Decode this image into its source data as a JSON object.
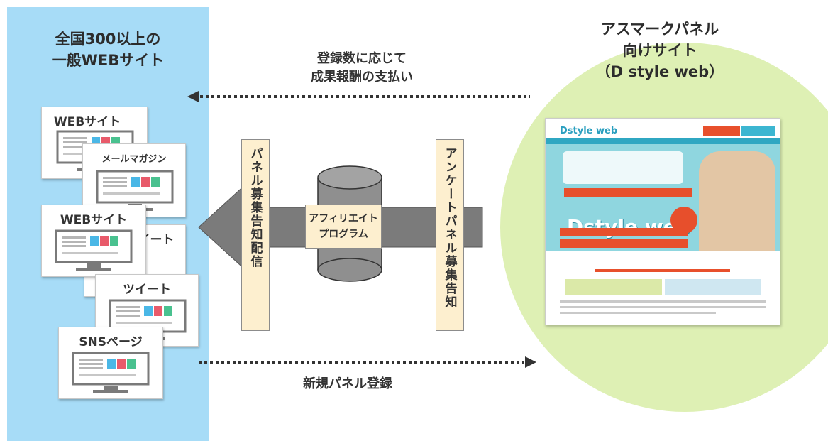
{
  "left_panel": {
    "title_line1": "全国300以上の",
    "title_line2": "一般WEBサイト",
    "cards": {
      "web1": "WEBサイト",
      "mail": "メールマガジン",
      "web2": "WEBサイト",
      "tweet_back": "イート",
      "tweet": "ツイート",
      "sns": "SNSページ"
    }
  },
  "right": {
    "title_line1": "アスマークパネル",
    "title_line2": "向けサイト",
    "title_line3": "（D style web）",
    "site_logo": "Dstyle web",
    "site_hero_logo": "Dstyle web"
  },
  "flows": {
    "payment_line1": "登録数に応じて",
    "payment_line2": "成果報酬の支払い",
    "registration": "新規パネル登録",
    "panel_recruit_notice": "パネル募集告知配信",
    "survey_recruit_notice": "アンケートパネル募集告知",
    "program_line1": "アフィリエイト",
    "program_line2": "プログラム"
  },
  "colors": {
    "left_panel": "#a7dcf7",
    "circle": "#def0b4",
    "label_box": "#fdefcf",
    "arrow": "#7b7b7b",
    "database": "#8f8f8f"
  }
}
